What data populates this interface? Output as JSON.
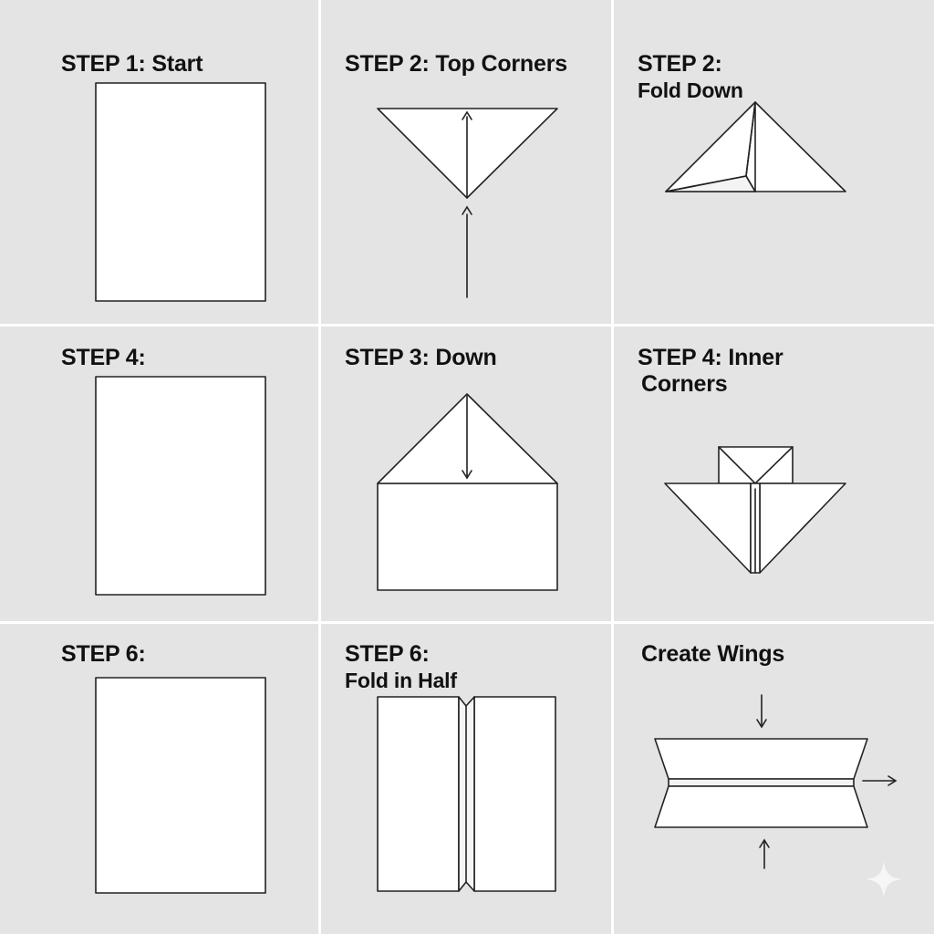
{
  "panels": [
    {
      "title": "STEP 1: Start",
      "figure": "blank-sheet"
    },
    {
      "title": "STEP 2: Top Corners",
      "figure": "triangle-with-up-arrows"
    },
    {
      "title_lines": [
        "STEP 2:",
        "Fold Down"
      ],
      "figure": "folded-triangle"
    },
    {
      "title": "STEP 4:",
      "figure": "blank-sheet"
    },
    {
      "title": "STEP 3: Down",
      "figure": "house-fold-with-down-arrow"
    },
    {
      "title_lines": [
        "STEP 4: Inner",
        "Corners"
      ],
      "figure": "inner-corners-fold"
    },
    {
      "title": "STEP 6:",
      "figure": "blank-sheet"
    },
    {
      "title_lines": [
        "STEP 6:",
        "Fold in Half"
      ],
      "figure": "half-fold"
    },
    {
      "title": "Create Wings",
      "figure": "wings-with-arrows"
    }
  ],
  "colors": {
    "panel_background": "#e4e4e4",
    "grid_lines": "#ffffff",
    "paper": "#ffffff",
    "outline": "#222222",
    "text": "#111111"
  },
  "icons": {
    "corner_mark": "sparkle-icon"
  }
}
